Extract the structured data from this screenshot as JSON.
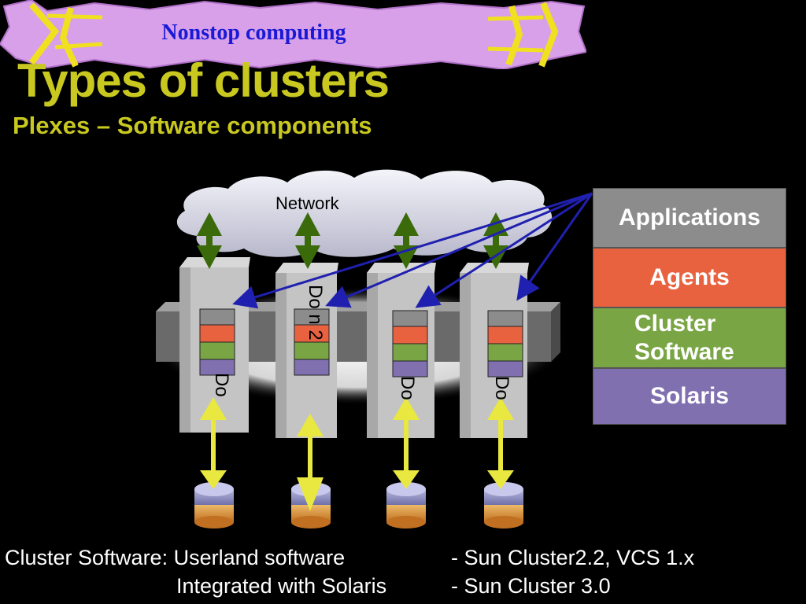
{
  "banner": {
    "text": "Nonstop computing"
  },
  "title": "Types of clusters",
  "subtitle": "Plexes – Software components",
  "network_label": "Network",
  "legend": {
    "applications": "Applications",
    "agents": "Agents",
    "cluster_software": "Cluster Software",
    "solaris": "Solaris"
  },
  "domains": [
    "Do",
    "Do    n 2",
    "Do",
    "Do"
  ],
  "colors": {
    "background": "#000000",
    "title": "#c8c820",
    "banner_text": "#1a1ad6",
    "applications": "#8c8c8c",
    "agents": "#e86240",
    "cluster_software": "#7aa545",
    "solaris": "#8070b0",
    "network_arrow": "#3a6a0a",
    "storage_arrow": "#e8e840",
    "pointer_arrow": "#2020b0"
  },
  "footer": {
    "left_line1": "Cluster Software: Userland software",
    "left_line2": "Integrated with Solaris",
    "right_line1": "- Sun Cluster2.2, VCS 1.x",
    "right_line2": "- Sun Cluster 3.0"
  }
}
